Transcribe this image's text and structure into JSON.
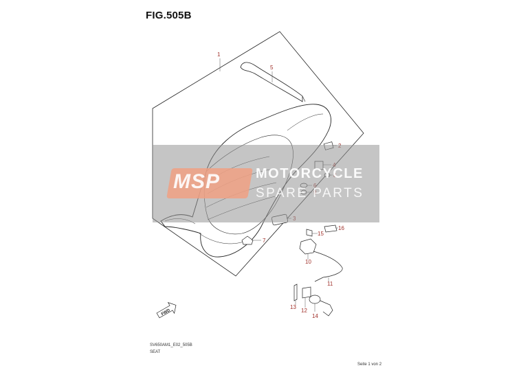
{
  "figure": {
    "title": "FIG.505B",
    "code": "SV650AM1_E02_505B",
    "caption": "SEAT",
    "page": "Seite 1 von 2"
  },
  "fwd_label": "FWD",
  "callouts": [
    "1",
    "2",
    "3",
    "4",
    "5",
    "6",
    "7",
    "8",
    "9",
    "10",
    "11",
    "12",
    "13",
    "14",
    "15",
    "16"
  ],
  "watermark": {
    "logo": "MSP",
    "line1": "MOTORCYCLE",
    "line2": "SPARE PARTS"
  }
}
